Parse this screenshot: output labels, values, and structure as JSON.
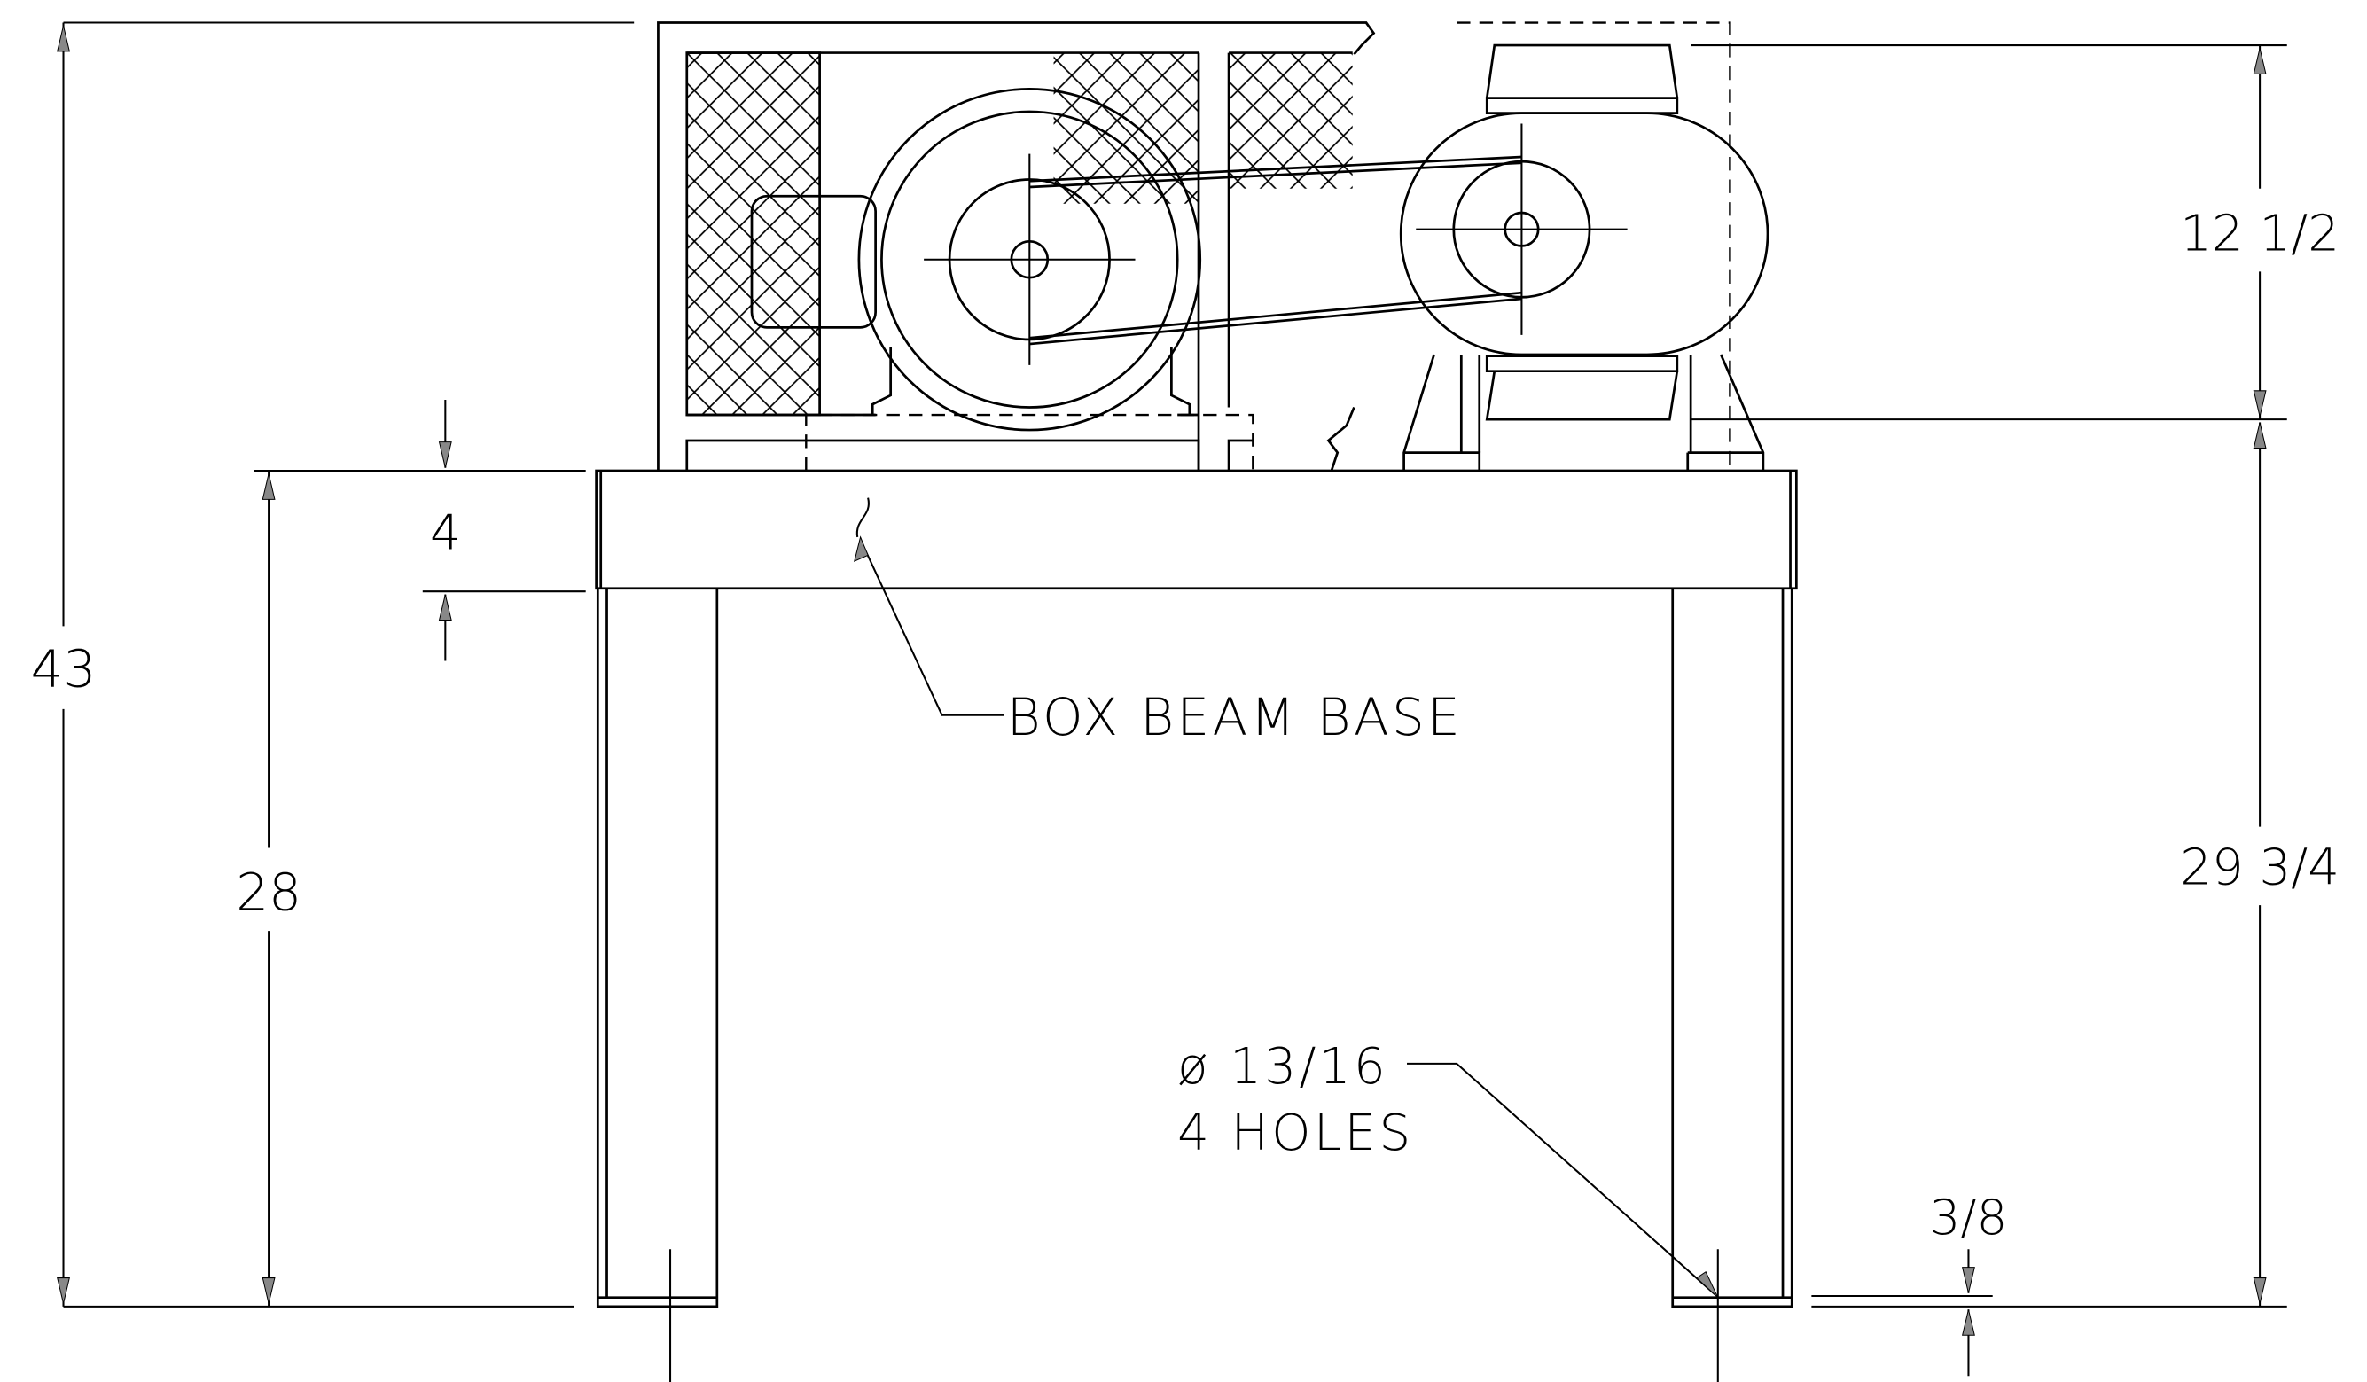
{
  "dimensions": {
    "overall_height": "43",
    "table_height": "28",
    "beam_depth": "4",
    "motor_height": "12 1/2",
    "base_to_floor": "29 3/4",
    "plate_thickness": "3/8"
  },
  "callouts": {
    "box_beam_base": "BOX BEAM BASE",
    "hole_diameter": "ø 13/16",
    "hole_count": "4 HOLES"
  }
}
